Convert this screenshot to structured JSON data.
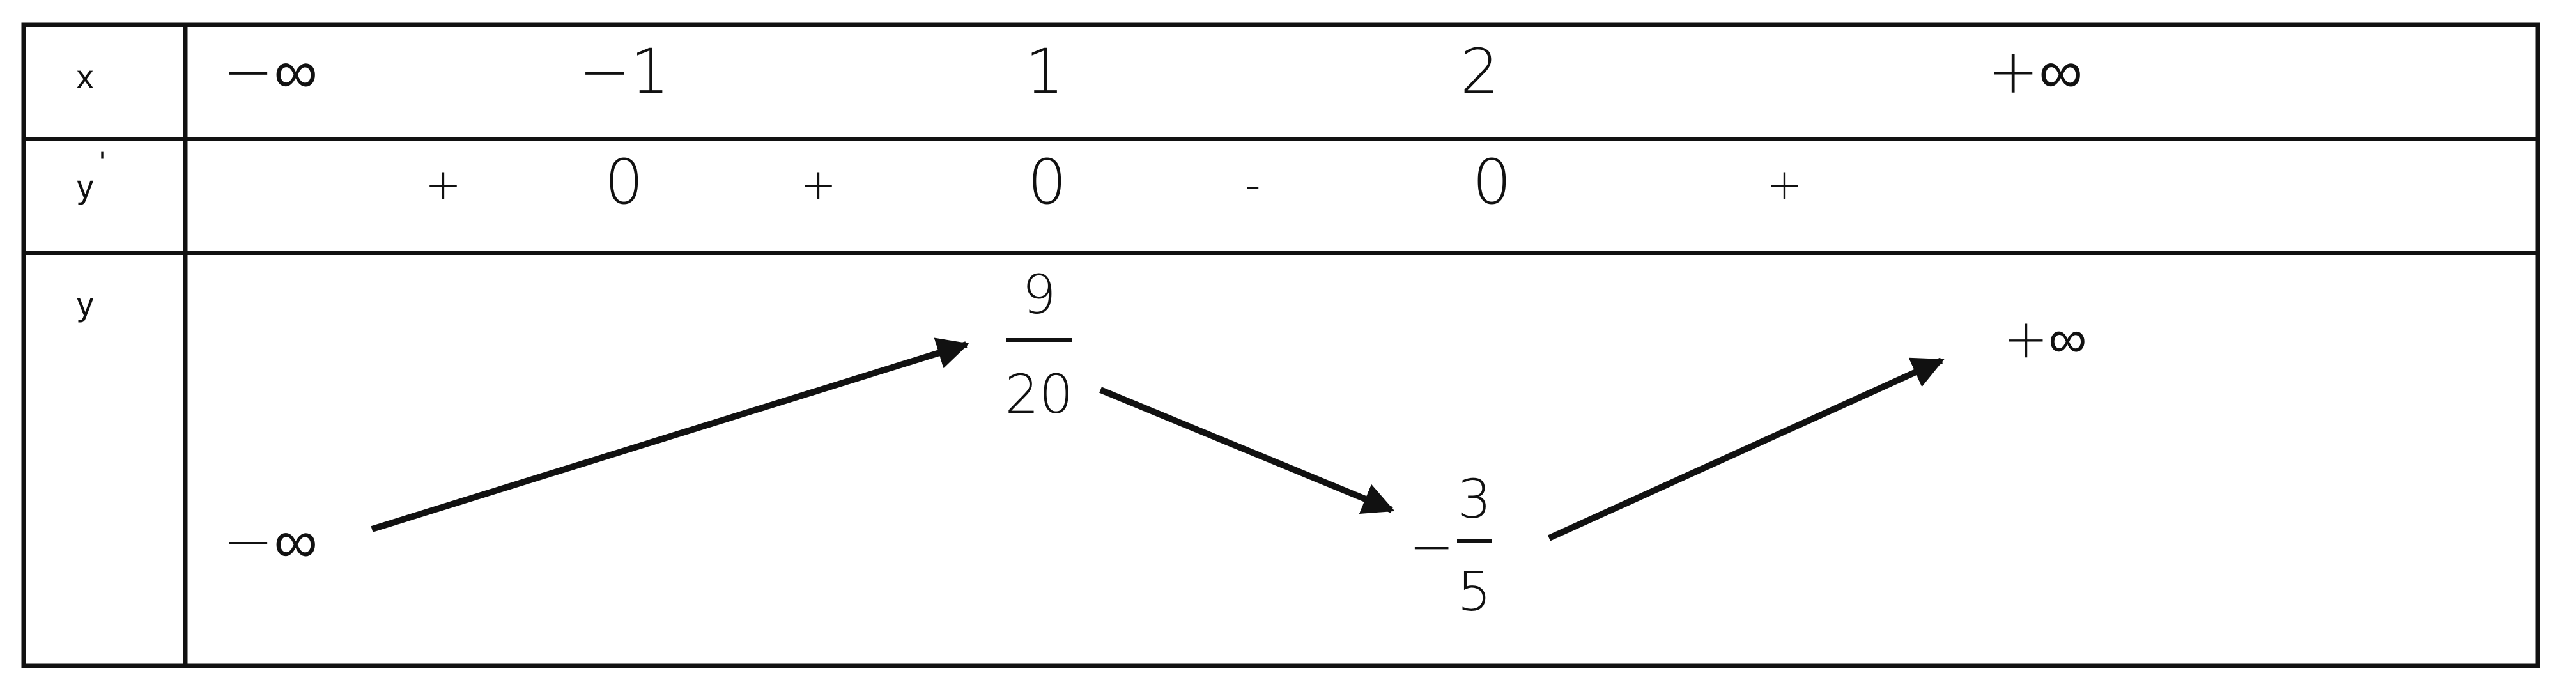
{
  "table": {
    "row_labels": {
      "x": "x",
      "derivative": "y",
      "derivative_mark": "'",
      "y": "y"
    },
    "x_values": [
      "−∞",
      "−1",
      "1",
      "2",
      "+∞"
    ],
    "derivative_signs": [
      "+",
      "0",
      "+",
      "0",
      "-",
      "0",
      "+"
    ],
    "y_values": {
      "start": "−∞",
      "local_max": {
        "numerator": "9",
        "denominator": "20"
      },
      "local_min": {
        "sign": "−",
        "numerator": "3",
        "denominator": "5"
      },
      "end": "+∞"
    },
    "arrows": [
      {
        "from": "start",
        "to": "local_max",
        "direction": "up"
      },
      {
        "from": "local_max",
        "to": "local_min",
        "direction": "down"
      },
      {
        "from": "local_min",
        "to": "end",
        "direction": "up"
      }
    ]
  },
  "colors": {
    "ink": "#111111",
    "background": "#ffffff"
  }
}
